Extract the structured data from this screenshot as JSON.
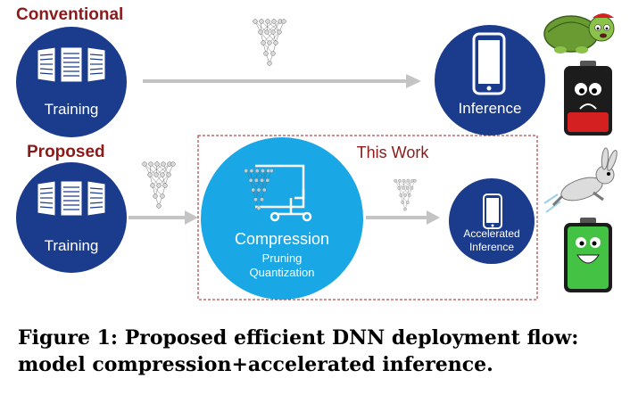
{
  "rows": {
    "conventional": {
      "label": "Conventional",
      "training": "Training",
      "inference": "Inference"
    },
    "proposed": {
      "label": "Proposed",
      "training": "Training",
      "box_title": "This Work",
      "compression": "Compression",
      "pruning": "Pruning",
      "quantization": "Quantization",
      "accelerated_line1": "Accelerated",
      "accelerated_line2": "Inference"
    }
  },
  "colors": {
    "label_red": "#8b1a1a",
    "navy": "#1b3c8c",
    "cyan": "#1aa7e6",
    "arrow_gray": "#c4c4c4",
    "box_border": "#a02020",
    "battery_red": "#d42020",
    "battery_green": "#44c244"
  },
  "icons": [
    "server-icon",
    "phone-icon",
    "neural-network-icon",
    "clamp-icon",
    "turtle-icon",
    "rabbit-icon",
    "battery-icon"
  ],
  "caption": {
    "line1": "Figure 1: Proposed efficient DNN deployment flow:",
    "line2": "model compression+accelerated inference."
  }
}
